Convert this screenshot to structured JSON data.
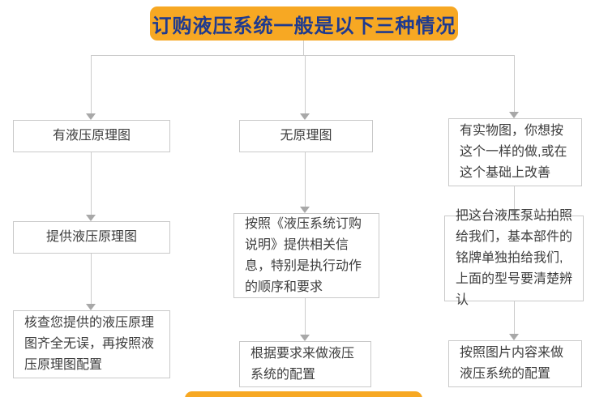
{
  "header": {
    "title": "订购液压系统一般是以下三种情况"
  },
  "theme": {
    "banner_bg": "#F7A823",
    "banner_text": "#1E3A8F",
    "box_bg": "#FFFFFF",
    "box_border": "#C9C9C9",
    "box_text": "#3D3D3D",
    "line_color": "#CCCCCC",
    "arrow_color": "#A8A8A8"
  },
  "flowchart": {
    "branches": [
      {
        "steps": [
          "有液压原理图",
          "提供液压原理图",
          "核查您提供的液压原理图齐全无误，再按照液压原理图配置"
        ]
      },
      {
        "steps": [
          "无原理图",
          "按照《液压系统订购说明》提供相关信息，特别是执行动作的顺序和要求",
          "根据要求来做液压系统的配置"
        ]
      },
      {
        "steps": [
          "有实物图，你想按这个一样的做,或在这个基础上改善",
          "把这台液压泵站拍照给我们，基本部件的铭牌单独拍给我们,上面的型号要清楚辨认",
          "按照图片内容来做液压系统的配置"
        ]
      }
    ]
  }
}
